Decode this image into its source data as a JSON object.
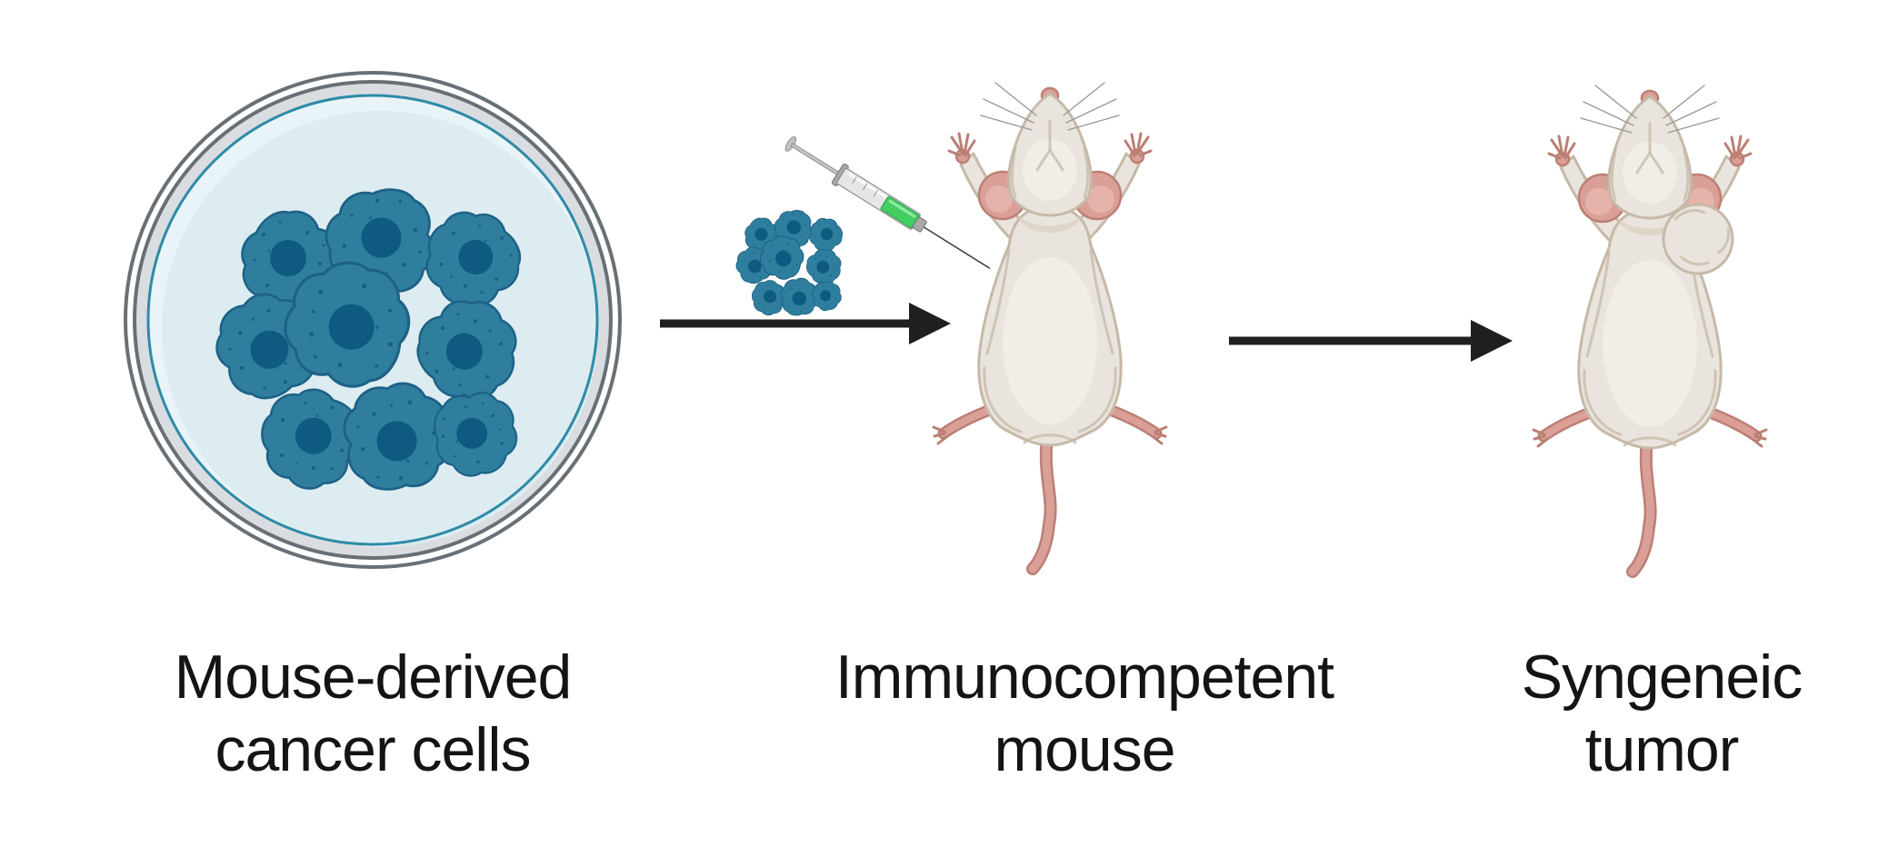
{
  "figure": {
    "type": "scientific-workflow-diagram",
    "steps": [
      {
        "name": "mouse-derived-cancer-cells",
        "label": "Mouse-derived\ncancer cells",
        "illustration": "petri-dish-with-cancer-cell-colony"
      },
      {
        "name": "immunocompetent-mouse",
        "label": "Immunocompetent\nmouse",
        "illustration": "dorsal-mouse-receiving-syringe-injection-of-cell-clump"
      },
      {
        "name": "syngeneic-tumor",
        "label": "Syngeneic\ntumor",
        "illustration": "dorsal-mouse-with-flank-tumor-bulge"
      }
    ],
    "connectors": [
      {
        "type": "arrow",
        "direction": "right",
        "from": "mouse-derived-cancer-cells",
        "to": "immunocompetent-mouse"
      },
      {
        "type": "arrow",
        "direction": "right",
        "from": "immunocompetent-mouse",
        "to": "syngeneic-tumor"
      }
    ],
    "icons": [
      "petri-dish-icon",
      "cancer-cell-cluster-icon",
      "syringe-icon",
      "mouse-icon",
      "tumor-icon",
      "arrow-icon"
    ]
  },
  "colors": {
    "background": "#ffffff",
    "text": "#141414",
    "arrow": "#1f1f1f",
    "cell_body": "#2f7e9e",
    "cell_stroke": "#1d6186",
    "cell_nucleus": "#0e5a81",
    "dish_gray": "#687076",
    "dish_wall": "#d9dde1",
    "dish_fill": "#dcecf1",
    "dish_light": "#e9f4f8",
    "dish_ring": "#2e8ba8",
    "mouse_body": "#e9e4dd",
    "mouse_outline": "#c6b9a8",
    "mouse_highlight": "#f2eee8",
    "mouse_shadow": "#d8cec1",
    "pink": "#daa098",
    "pink_dark": "#bb7f74",
    "syringe_fluid": "#42ce62",
    "syringe_fluid_dark": "#2aa24b"
  }
}
